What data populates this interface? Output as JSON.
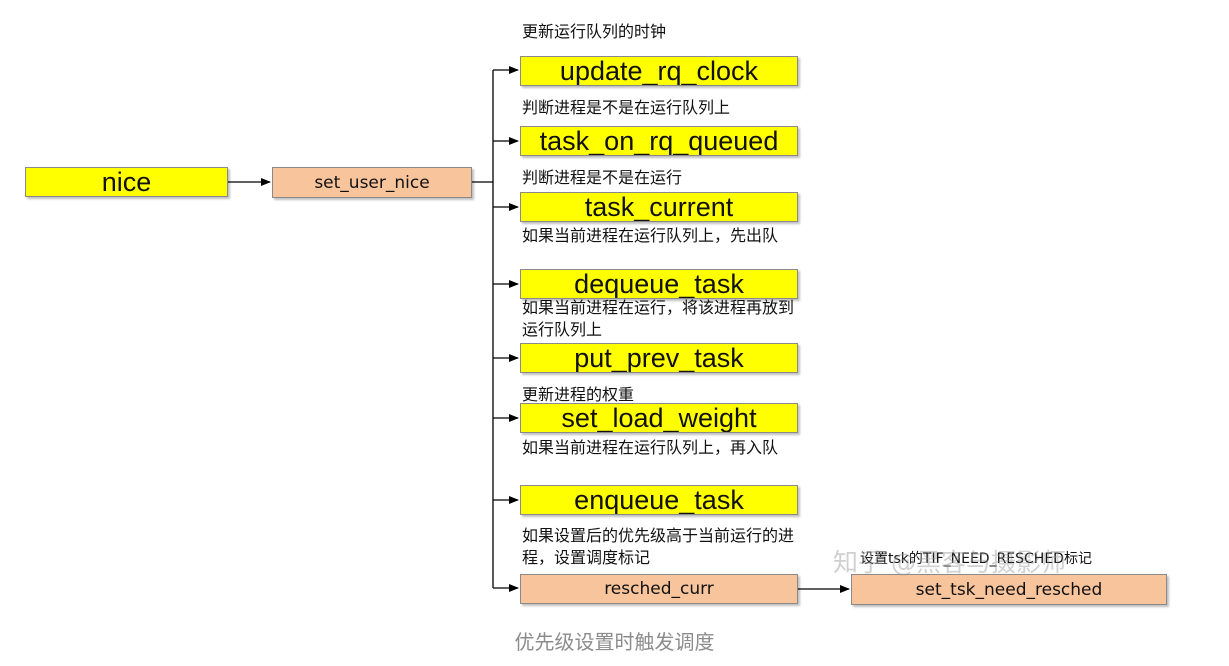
{
  "diagram": {
    "root": "nice",
    "middle": "set_user_nice",
    "steps": [
      {
        "label": "update_rq_clock",
        "note": "更新运行队列的时钟"
      },
      {
        "label": "task_on_rq_queued",
        "note": "判断进程是不是在运行队列上"
      },
      {
        "label": "task_current",
        "note": "判断进程是不是在运行"
      },
      {
        "label": "dequeue_task",
        "note": "如果当前进程在运行队列上，先出队"
      },
      {
        "label": "put_prev_task",
        "note": "如果当前进程在运行，将该进程再放到运行队列上"
      },
      {
        "label": "set_load_weight",
        "note": "更新进程的权重"
      },
      {
        "label": "enqueue_task",
        "note": "如果当前进程在运行队列上，再入队"
      },
      {
        "label": "resched_curr",
        "note": "如果设置后的优先级高于当前运行的进程，设置调度标记"
      }
    ],
    "final": {
      "label": "set_tsk_need_resched",
      "note": "设置tsk的TIF_NEED_RESCHED标记"
    },
    "watermark": "知乎 @黑客与摄影师"
  },
  "caption": "优先级设置时触发调度"
}
